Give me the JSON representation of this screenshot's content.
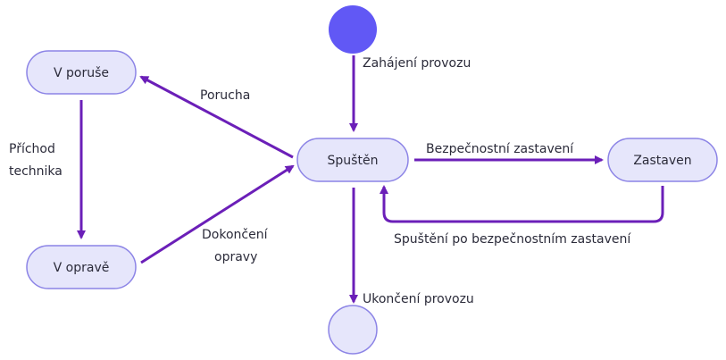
{
  "colors": {
    "state_fill": "#e6e6fb",
    "state_border": "#8c84e6",
    "initial_state_fill": "#6158f5",
    "edge": "#6b1fb8",
    "text": "#2b2b3a"
  },
  "nodes": {
    "v_poruse": "V poruše",
    "v_oprave": "V opravě",
    "spusten": "Spuštěn",
    "zastaven": "Zastaven"
  },
  "edges": {
    "zahajeni": "Zahájení provozu",
    "porucha": "Porucha",
    "prichod": [
      "Příchod",
      "technika"
    ],
    "dokonceni": [
      "Dokončení",
      "opravy"
    ],
    "bezpecnostni": "Bezpečnostní zastavení",
    "spusteni": "Spuštění po bezpečnostním zastavení",
    "ukonceni": "Ukončení provozu"
  }
}
